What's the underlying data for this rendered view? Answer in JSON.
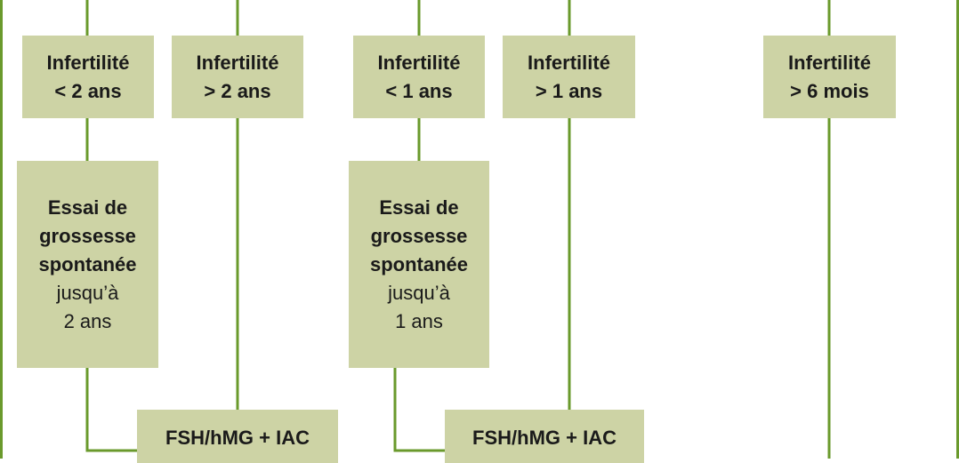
{
  "colors": {
    "line": "#6a9a2c",
    "box": "#cdd3a5",
    "text": "#1a1a1a"
  },
  "boxes": {
    "inf1": {
      "line1": "Infertilité",
      "line2": "< 2 ans"
    },
    "inf2": {
      "line1": "Infertilité",
      "line2": "> 2 ans"
    },
    "inf3": {
      "line1": "Infertilité",
      "line2": "< 1 ans"
    },
    "inf4": {
      "line1": "Infertilité",
      "line2": "> 1 ans"
    },
    "inf5": {
      "line1": "Infertilité",
      "line2": "> 6 mois"
    },
    "essai1": {
      "l1": "Essai de",
      "l2": "grossesse",
      "l3": "spontanée",
      "l4": "jusqu’à",
      "l5": "2 ans"
    },
    "essai2": {
      "l1": "Essai de",
      "l2": "grossesse",
      "l3": "spontanée",
      "l4": "jusqu’à",
      "l5": "1 ans"
    },
    "fsh1": {
      "line1": "FSH/hMG + IAC"
    },
    "fsh2": {
      "line1": "FSH/hMG + IAC"
    }
  }
}
